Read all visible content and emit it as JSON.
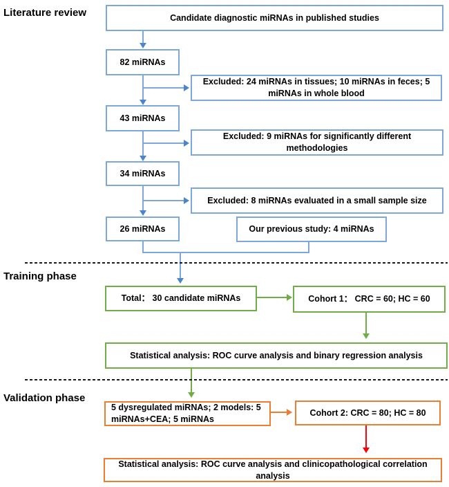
{
  "colors": {
    "blue-line": "#7da7d9",
    "blue-head": "#4a86c8",
    "green": "#70ad47",
    "orange": "#ed7d31",
    "red": "#fb0207",
    "dash": "#1a1a1a"
  },
  "sections": {
    "literature": {
      "label": "Literature review",
      "boxes": {
        "candidate": "Candidate diagnostic miRNAs in published studies",
        "m82": "82 miRNAs",
        "excl_tissues": "Excluded: 24 miRNAs in tissues; 10 miRNAs in feces; 5 miRNAs in whole blood",
        "m43": "43 miRNAs",
        "excl_methodologies": "Excluded: 9 miRNAs for significantly different methodologies",
        "m34": "34 miRNAs",
        "excl_sample_size": "Excluded: 8 miRNAs evaluated in a small sample size",
        "m26": "26 miRNAs",
        "previous_study": "Our previous study: 4 miRNAs"
      }
    },
    "training": {
      "label": "Training phase",
      "boxes": {
        "total": "Total： 30 candidate miRNAs",
        "cohort1": "Cohort 1： CRC = 60; HC = 60",
        "statistics": "Statistical analysis: ROC curve analysis and binary regression analysis"
      }
    },
    "validation": {
      "label": "Validation phase",
      "boxes": {
        "models": "5 dysregulated miRNAs; 2 models: 5 miRNAs+CEA; 5 miRNAs",
        "cohort2": "Cohort 2: CRC = 80; HC = 80",
        "statistics": "Statistical analysis: ROC curve analysis and clinicopathological correlation analysis"
      }
    }
  }
}
